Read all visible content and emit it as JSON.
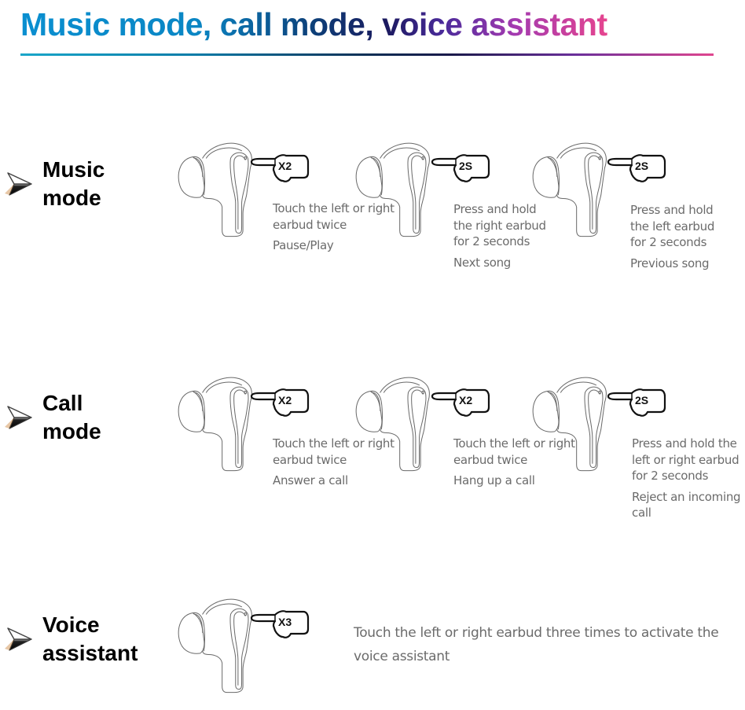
{
  "header": {
    "title": "Music mode, call mode, voice assistant",
    "title_gradient": [
      "#0a8fd0",
      "#0d3f78",
      "#1a1a5e",
      "#a33ab0",
      "#e6458f"
    ]
  },
  "sections": {
    "music": {
      "label": "Music\nmode",
      "icon": "arrow-right-icon",
      "items": [
        {
          "badge": "X2",
          "instruction": [
            "Touch the left or right",
            "earbud twice"
          ],
          "action": [
            "Pause/Play"
          ]
        },
        {
          "badge": "2S",
          "instruction": [
            "Press and hold",
            "the right earbud",
            "for 2 seconds"
          ],
          "action": [
            "Next song"
          ]
        },
        {
          "badge": "2S",
          "instruction": [
            "Press and hold",
            "the left earbud",
            "for 2 seconds"
          ],
          "action": [
            "Previous song"
          ]
        }
      ]
    },
    "call": {
      "label": "Call\nmode",
      "icon": "arrow-right-icon",
      "items": [
        {
          "badge": "X2",
          "instruction": [
            "Touch the left or right",
            "earbud twice"
          ],
          "action": [
            "Answer a call"
          ]
        },
        {
          "badge": "X2",
          "instruction": [
            "Touch the left or right",
            "earbud twice"
          ],
          "action": [
            "Hang up a call"
          ]
        },
        {
          "badge": "2S",
          "instruction": [
            "Press and hold the",
            "left or right earbud",
            "for 2 seconds"
          ],
          "action": [
            "Reject an incoming",
            "call"
          ]
        }
      ]
    },
    "voice": {
      "label": "Voice\nassistant",
      "icon": "arrow-right-icon",
      "items": [
        {
          "badge": "X3",
          "instruction": "Touch the left or right earbud three times to activate the voice assistant"
        }
      ]
    }
  },
  "colors": {
    "text_gray": "#6b6b6b",
    "label_black": "#000000",
    "line_art": "#555555"
  }
}
